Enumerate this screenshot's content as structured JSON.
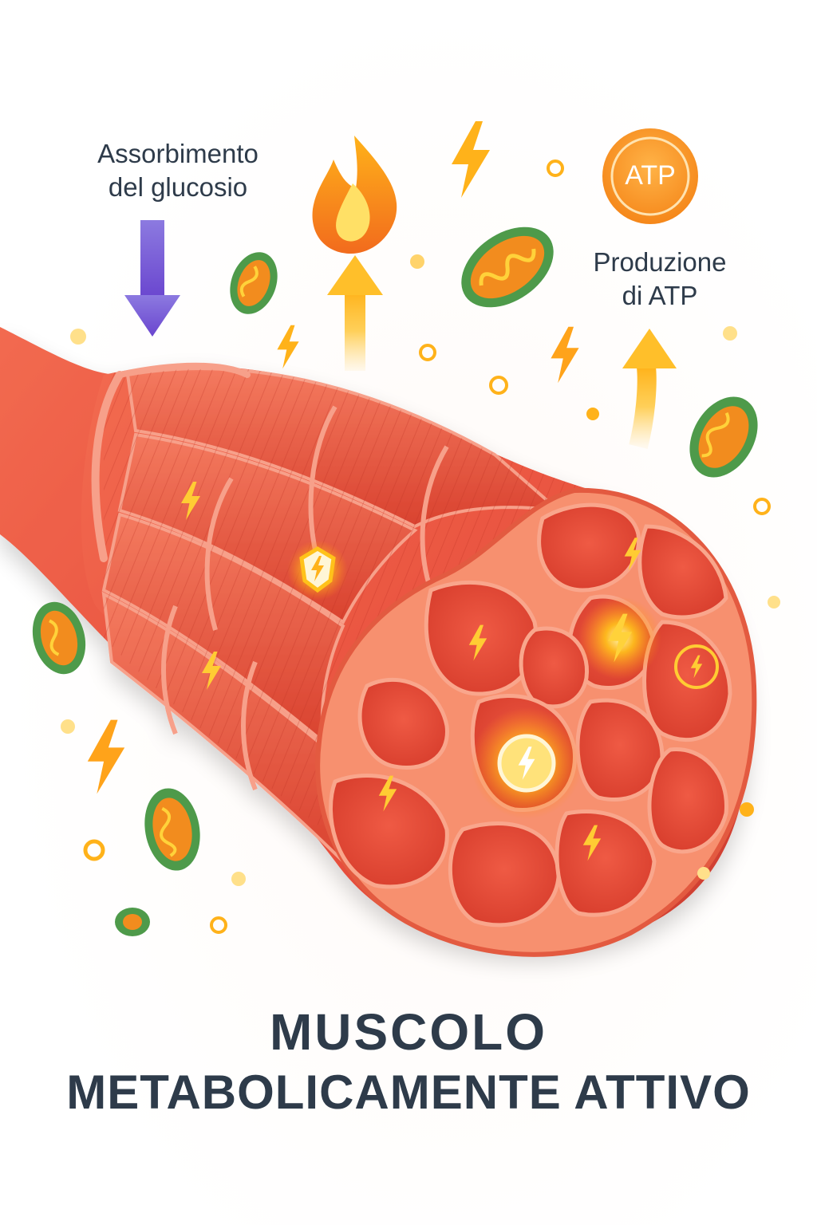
{
  "labels": {
    "glucose_uptake": [
      "Assorbimento",
      "del glucosio"
    ],
    "atp_production": [
      "Produzione",
      "di ATP"
    ],
    "atp_badge": "ATP"
  },
  "title": {
    "line1": "MUSCOLO",
    "line2": "METABOLICAMENTE ATTIVO"
  },
  "colors": {
    "muscle": "#ef5a45",
    "muscle_dark": "#c9382a",
    "sheath": "#f4856c",
    "energy": "#ffc21a",
    "orange": "#f7931e",
    "mito_green": "#4e9a4a",
    "arrow_purple": "#7e5ad6",
    "text": "#2e3b4a"
  },
  "icons": [
    "flame-icon",
    "lightning-icon",
    "mitochondrion-icon",
    "up-arrow-icon",
    "down-arrow-icon",
    "atp-badge-icon"
  ]
}
